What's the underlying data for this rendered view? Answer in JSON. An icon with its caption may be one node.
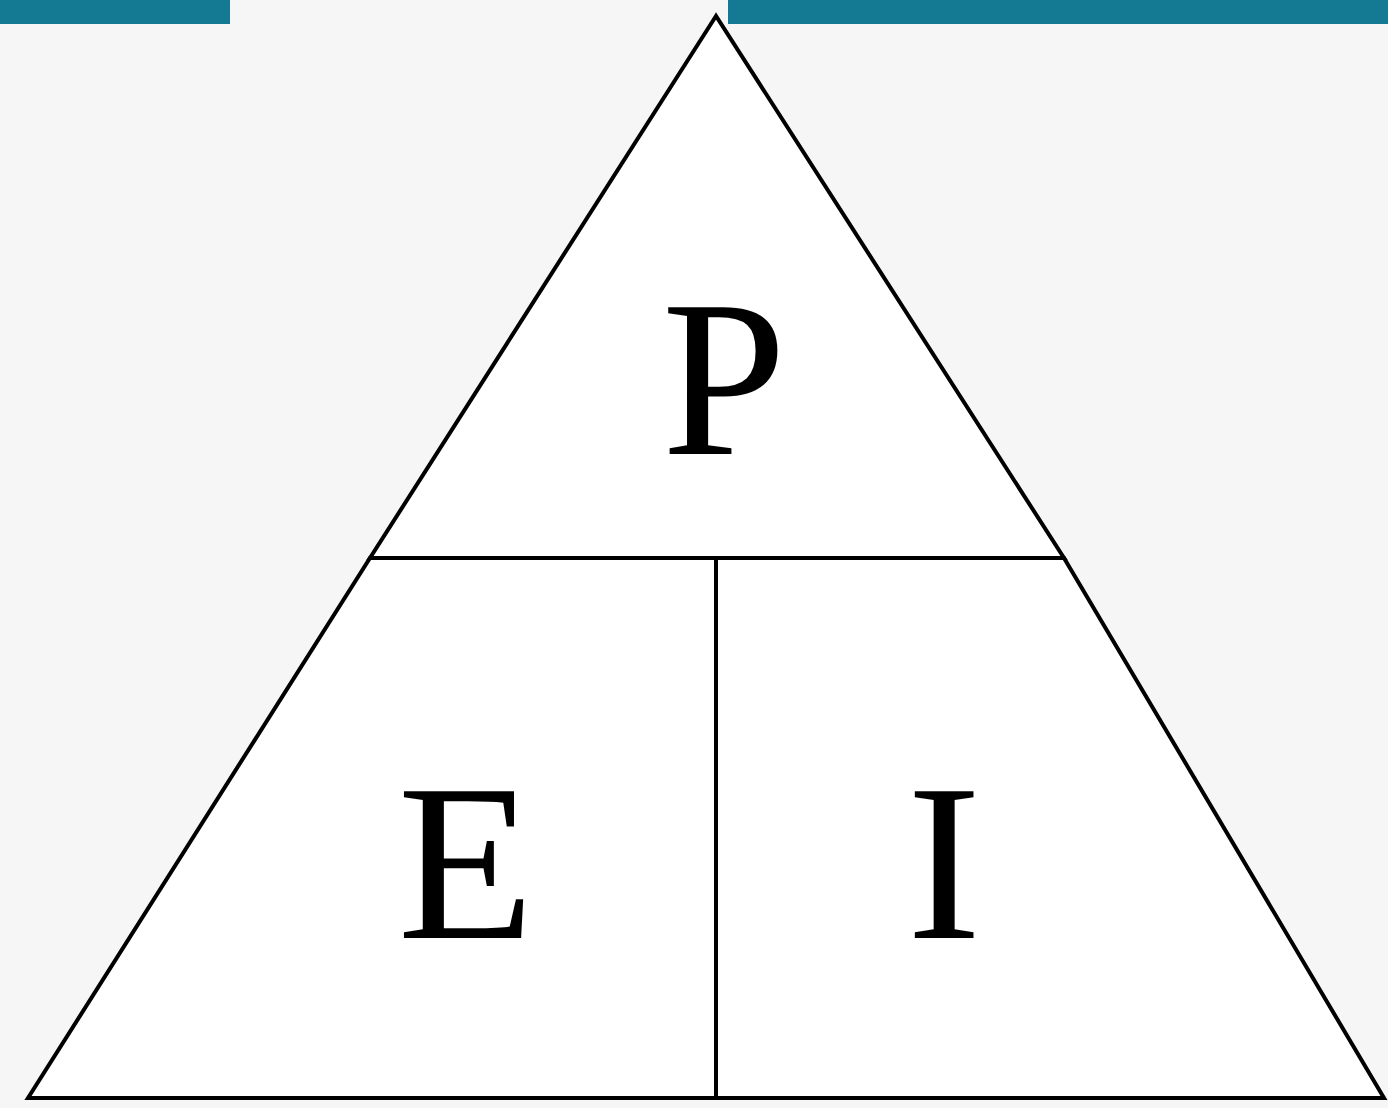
{
  "diagram": {
    "nodes": [
      {
        "text": [
          "P"
        ]
      },
      {
        "text": [
          "E"
        ]
      },
      {
        "text": [
          "I"
        ]
      }
    ]
  }
}
